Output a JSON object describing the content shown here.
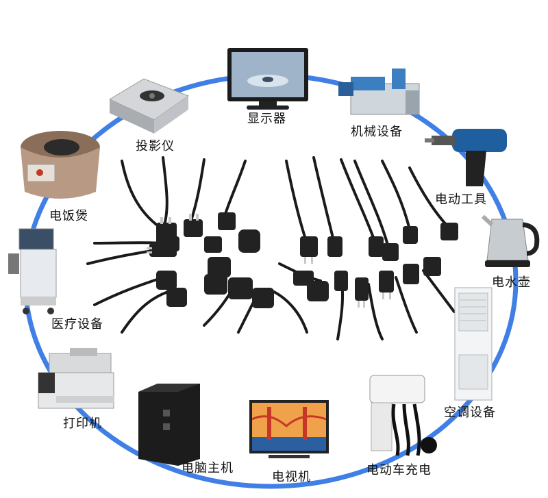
{
  "colors": {
    "ring": "#3f7fe6",
    "cord": "#1a1a1a",
    "plug": "#222222",
    "background": "#ffffff"
  },
  "devices": [
    {
      "name": "monitor",
      "label": "显示器",
      "icon": "monitor-icon"
    },
    {
      "name": "machinery",
      "label": "机械设备",
      "icon": "injection-machine-icon"
    },
    {
      "name": "power-tool",
      "label": "电动工具",
      "icon": "drill-icon"
    },
    {
      "name": "kettle",
      "label": "电水壶",
      "icon": "kettle-icon"
    },
    {
      "name": "air-conditioner",
      "label": "空调设备",
      "icon": "air-conditioner-icon"
    },
    {
      "name": "ev-charger",
      "label": "电动车充电",
      "icon": "ev-charger-icon"
    },
    {
      "name": "television",
      "label": "电视机",
      "icon": "television-icon"
    },
    {
      "name": "computer",
      "label": "电脑主机",
      "icon": "pc-tower-icon"
    },
    {
      "name": "printer",
      "label": "打印机",
      "icon": "printer-icon"
    },
    {
      "name": "medical",
      "label": "医疗设备",
      "icon": "medical-cart-icon"
    },
    {
      "name": "rice-cooker",
      "label": "电饭煲",
      "icon": "rice-cooker-icon"
    },
    {
      "name": "projector",
      "label": "投影仪",
      "icon": "projector-icon"
    }
  ],
  "center": {
    "icon": "power-cords-icon"
  }
}
